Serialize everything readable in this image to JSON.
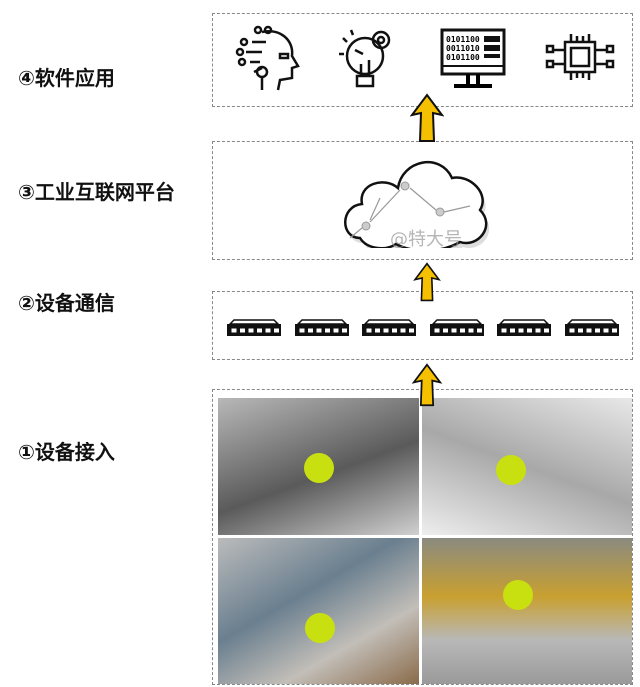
{
  "layers": [
    {
      "label": "④软件应用",
      "icons": [
        "ai-head-icon",
        "lightbulb-gear-icon",
        "monitor-binary-icon",
        "chip-icon"
      ],
      "monitor_text": [
        "0101100",
        "0011010",
        "0101100"
      ]
    },
    {
      "label": "③工业互联网平台",
      "icon": "cloud-network-icon"
    },
    {
      "label": "②设备通信",
      "icon": "network-switch-icon",
      "count": 6
    },
    {
      "label": "①设备接入",
      "photos": [
        "robot-arm-assembly-photo",
        "robot-gripper-photo",
        "flow-meter-pipes-photo",
        "yellow-robot-arm-photo"
      ],
      "icon": "wifi-icon"
    }
  ],
  "watermark": "@特大号",
  "colors": {
    "arrow": "#f5c000",
    "wifi": "#c8e010"
  }
}
